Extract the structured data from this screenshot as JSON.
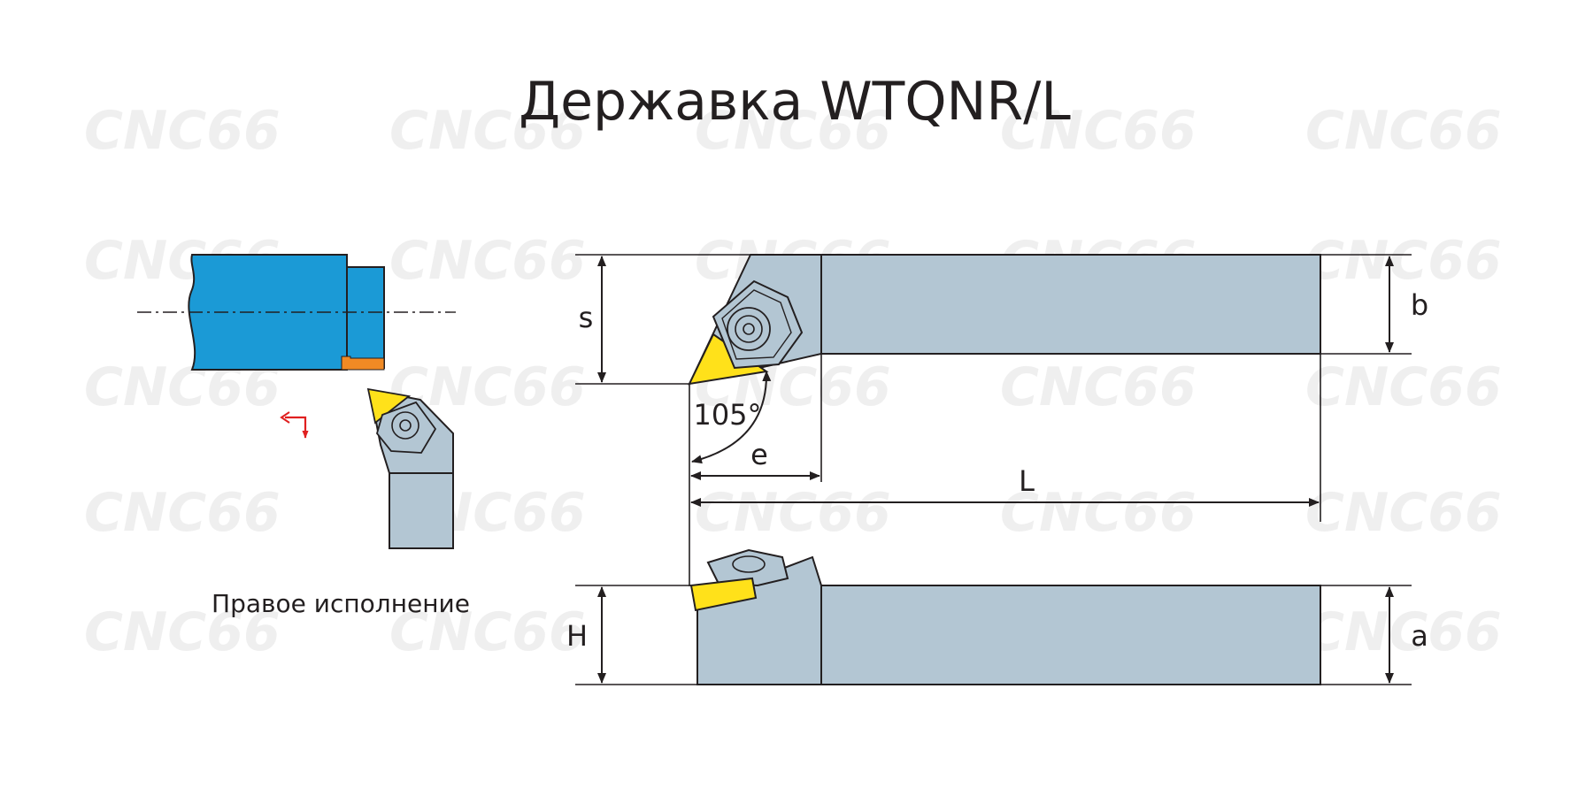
{
  "title": "Державка WTQNR/L",
  "watermark": "CNC66",
  "caption": "Правое исполнение",
  "dimensions": {
    "s": "s",
    "b": "b",
    "angle": "105°",
    "e": "e",
    "L": "L",
    "H": "H",
    "a": "a"
  },
  "colors": {
    "workpiece": "#1b9ad6",
    "steel": "#b3c6d3",
    "insert": "#ffe11a",
    "chip_accent": "#f08a24",
    "arrow": "#e02020",
    "line": "#231f20"
  }
}
